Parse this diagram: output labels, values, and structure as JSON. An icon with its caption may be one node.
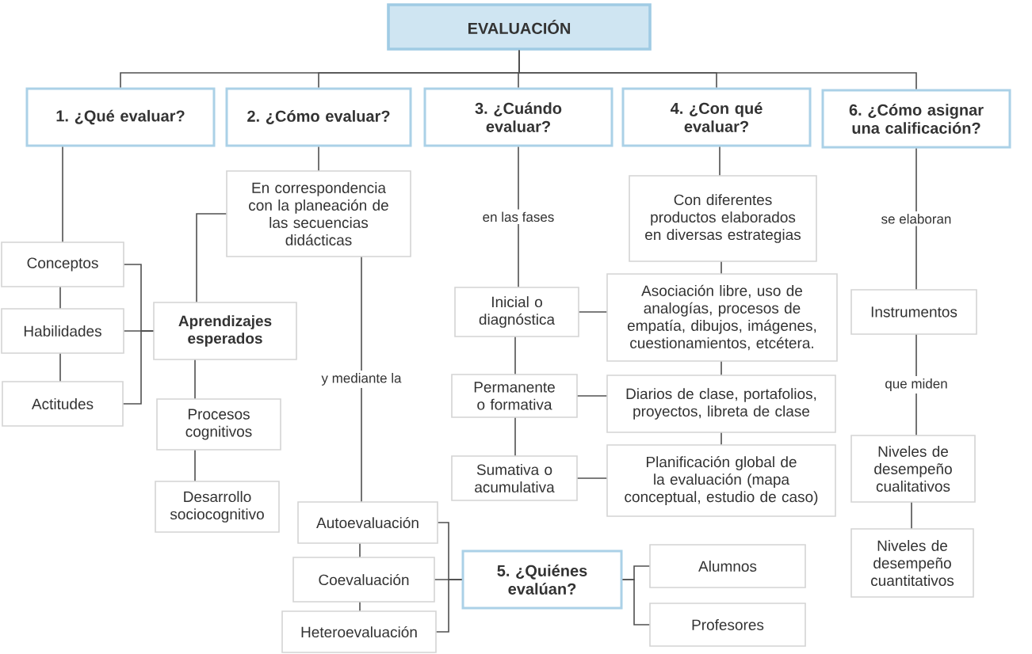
{
  "diagram": {
    "nodes": [
      {
        "text": [
          "EVALUACIÓN"
        ]
      },
      {
        "text": [
          "1. ¿Qué evaluar?"
        ]
      },
      {
        "text": [
          "2. ¿Cómo evaluar?"
        ]
      },
      {
        "text": [
          "3. ¿Cuándo evaluar?"
        ]
      },
      {
        "text": [
          "4. ¿Con qué evaluar?"
        ]
      },
      {
        "text": [
          "6. ¿Cómo asignar una calificación?"
        ]
      },
      {
        "text": [
          "Conceptos"
        ]
      },
      {
        "text": [
          "Habilidades"
        ]
      },
      {
        "text": [
          "Actitudes"
        ]
      },
      {
        "text": [
          "Aprendizajes esperados"
        ]
      },
      {
        "text": [
          "Procesos cognitivos"
        ]
      },
      {
        "text": [
          "Desarrollo sociocognitivo"
        ]
      },
      {
        "text": [
          "En correspondencia con la planeación de las secuencias didácticas"
        ]
      },
      {
        "text": [
          "Autoevaluación"
        ]
      },
      {
        "text": [
          "Coevaluación"
        ]
      },
      {
        "text": [
          "Heteroevaluación"
        ]
      },
      {
        "text": [
          "5. ¿Quiénes evalúan?"
        ]
      },
      {
        "text": [
          "Alumnos"
        ]
      },
      {
        "text": [
          "Profesores"
        ]
      },
      {
        "text": [
          "Inicial o diagnóstica"
        ]
      },
      {
        "text": [
          "Permanente o formativa"
        ]
      },
      {
        "text": [
          "Sumativa o acumulativa"
        ]
      },
      {
        "text": [
          "Con diferentes productos elaborados en diversas estrategias"
        ]
      },
      {
        "text": [
          "Asociación libre, uso de analogías, procesos de empatía, dibujos, imágenes, cuestionamientos, etcétera."
        ]
      },
      {
        "text": [
          "Diarios de clase, portafolios, proyectos, libreta de clase"
        ]
      },
      {
        "text": [
          "Planificación global de la evaluación (mapa conceptual, estudio de caso)"
        ]
      },
      {
        "text": [
          "Instrumentos"
        ]
      },
      {
        "text": [
          "Niveles de desempeño cualitativos"
        ]
      },
      {
        "text": [
          "Niveles de desempeño cuantitativos"
        ]
      }
    ],
    "edges": [
      {
        "from": 0,
        "to": 1,
        "arrow": "none"
      },
      {
        "from": 0,
        "to": 2,
        "arrow": "none"
      },
      {
        "from": 0,
        "to": 3,
        "arrow": "none"
      },
      {
        "from": 0,
        "to": 4,
        "arrow": "none"
      },
      {
        "from": 0,
        "to": 5,
        "arrow": "none"
      },
      {
        "from": 1,
        "to": 6,
        "arrow": "none"
      },
      {
        "from": 6,
        "to": 7,
        "arrow": "none"
      },
      {
        "from": 7,
        "to": 8,
        "arrow": "none"
      },
      {
        "from": 6,
        "to": 9,
        "arrow": "none"
      },
      {
        "from": 7,
        "to": 9,
        "arrow": "none"
      },
      {
        "from": 8,
        "to": 9,
        "arrow": "none"
      },
      {
        "from": 2,
        "to": 12,
        "arrow": "none"
      },
      {
        "from": 12,
        "to": 9,
        "arrow": "none"
      },
      {
        "from": 9,
        "to": 10,
        "arrow": "none"
      },
      {
        "from": 10,
        "to": 11,
        "arrow": "none"
      },
      {
        "from": 12,
        "to": 13,
        "arrow": "none",
        "label": "y mediante la"
      },
      {
        "from": 13,
        "to": 14,
        "arrow": "none"
      },
      {
        "from": 14,
        "to": 15,
        "arrow": "none"
      },
      {
        "from": 13,
        "to": 16,
        "arrow": "none"
      },
      {
        "from": 14,
        "to": 16,
        "arrow": "none"
      },
      {
        "from": 15,
        "to": 16,
        "arrow": "none"
      },
      {
        "from": 16,
        "to": 17,
        "arrow": "none"
      },
      {
        "from": 16,
        "to": 18,
        "arrow": "none"
      },
      {
        "from": 3,
        "to": 19,
        "arrow": "none",
        "label": "en las fases"
      },
      {
        "from": 19,
        "to": 20,
        "arrow": "none"
      },
      {
        "from": 20,
        "to": 21,
        "arrow": "none"
      },
      {
        "from": 19,
        "to": 23,
        "arrow": "none"
      },
      {
        "from": 20,
        "to": 24,
        "arrow": "none"
      },
      {
        "from": 21,
        "to": 25,
        "arrow": "none"
      },
      {
        "from": 4,
        "to": 22,
        "arrow": "none"
      },
      {
        "from": 22,
        "to": 23,
        "arrow": "none"
      },
      {
        "from": 23,
        "to": 24,
        "arrow": "none"
      },
      {
        "from": 24,
        "to": 25,
        "arrow": "none"
      },
      {
        "from": 5,
        "to": 26,
        "arrow": "none",
        "label": "se elaboran"
      },
      {
        "from": 26,
        "to": 27,
        "arrow": "none",
        "label": "que miden"
      },
      {
        "from": 27,
        "to": 28,
        "arrow": "none"
      }
    ]
  }
}
